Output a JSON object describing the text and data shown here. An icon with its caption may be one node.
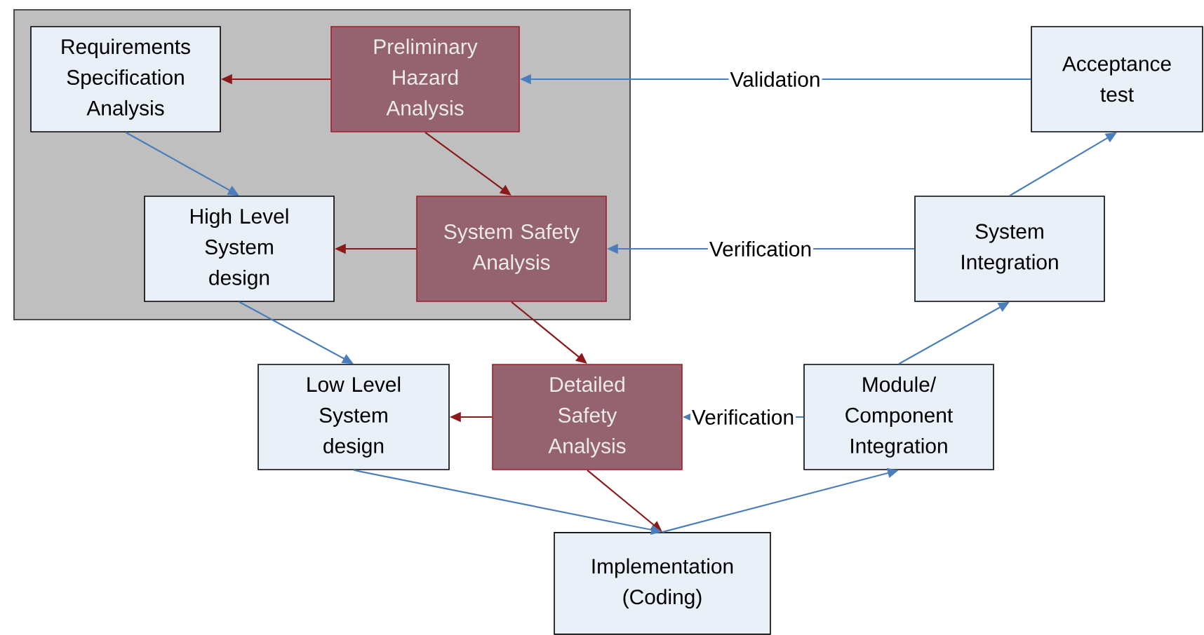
{
  "diagram": {
    "nodes": [
      {
        "text": [],
        "shape": "box"
      },
      {
        "text": [
          "Requirements Specification Analysis"
        ],
        "in": 0
      },
      {
        "text": [
          "Preliminary Hazard Analysis"
        ],
        "in": 0
      },
      {
        "text": [
          "High Level System design"
        ],
        "in": 0
      },
      {
        "text": [
          "System Safety Analysis"
        ],
        "in": 0
      },
      {
        "text": [
          "Acceptance test"
        ]
      },
      {
        "text": [
          "System Integration"
        ]
      },
      {
        "text": [
          "Low Level System design"
        ]
      },
      {
        "text": [
          "Detailed Safety Analysis"
        ]
      },
      {
        "text": [
          "Module/ Component Integration"
        ]
      },
      {
        "text": [
          "Implementation (Coding)"
        ]
      }
    ],
    "edges": [
      {
        "from": 2,
        "to": 1,
        "arrow": "to",
        "color": "#8b1a1a"
      },
      {
        "from": 2,
        "to": 4,
        "arrow": "to",
        "color": "#8b1a1a"
      },
      {
        "from": 4,
        "to": 3,
        "arrow": "to",
        "color": "#8b1a1a"
      },
      {
        "from": 4,
        "to": 8,
        "arrow": "to",
        "color": "#8b1a1a"
      },
      {
        "from": 8,
        "to": 7,
        "arrow": "to",
        "color": "#8b1a1a"
      },
      {
        "from": 8,
        "to": 10,
        "arrow": "to",
        "color": "#8b1a1a"
      },
      {
        "from": 1,
        "to": 3,
        "arrow": "to"
      },
      {
        "from": 3,
        "to": 7,
        "arrow": "to"
      },
      {
        "from": 7,
        "to": 10,
        "arrow": "to"
      },
      {
        "from": 10,
        "to": 9,
        "arrow": "to"
      },
      {
        "from": 9,
        "to": 6,
        "arrow": "to"
      },
      {
        "from": 6,
        "to": 5,
        "arrow": "to"
      },
      {
        "from": 5,
        "to": 2,
        "arrow": "to",
        "label": "Validation"
      },
      {
        "from": 6,
        "to": 4,
        "arrow": "to",
        "label": "Verification"
      },
      {
        "from": 9,
        "to": 8,
        "arrow": "to",
        "label": "Verification"
      }
    ]
  }
}
